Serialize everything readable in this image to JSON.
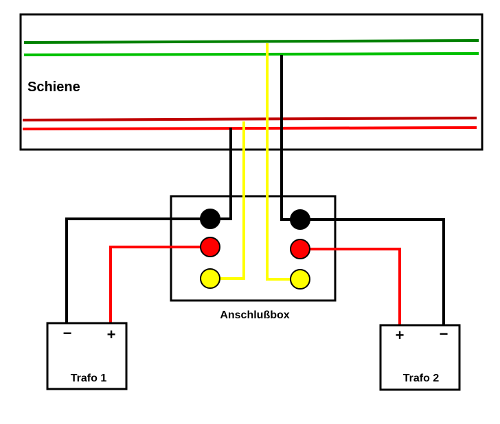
{
  "labels": {
    "rail": "Schiene",
    "junction_box": "Anschlußbox",
    "transformer_1": "Trafo 1",
    "transformer_2": "Trafo 2",
    "minus_1": "−",
    "plus_1": "+",
    "plus_2": "+",
    "minus_2": "−"
  },
  "colors": {
    "rail_green_dark": "#008000",
    "rail_green_light": "#00c000",
    "rail_red_dark": "#c00000",
    "rail_red_light": "#ff0000",
    "wire_black": "#000000",
    "wire_red": "#ff0000",
    "wire_yellow": "#ffff00",
    "terminal_black": "#000000",
    "terminal_red": "#ff0000",
    "terminal_yellow": "#ffff00"
  }
}
